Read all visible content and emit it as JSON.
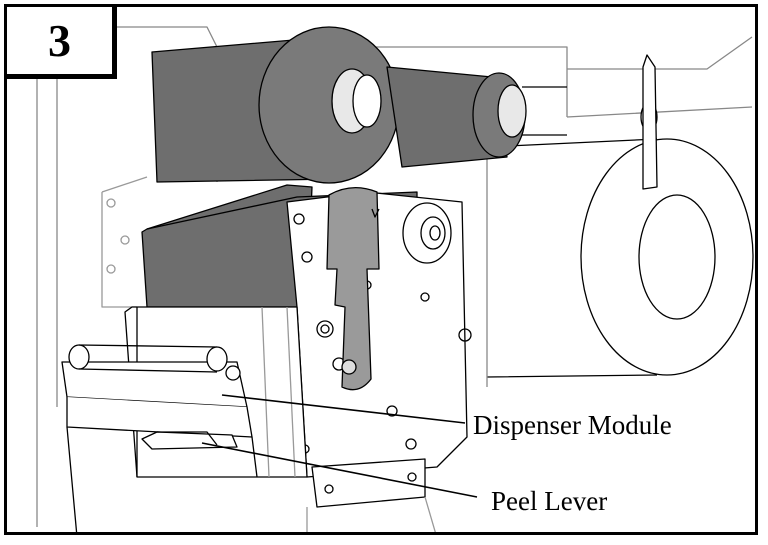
{
  "step_number": "3",
  "labels": {
    "dispenser_module": "Dispenser Module",
    "peel_lever": "Peel Lever"
  },
  "colors": {
    "ribbon": "#6e6e6e",
    "lever": "#9a9a9a",
    "line": "#000000",
    "background": "#ffffff"
  }
}
